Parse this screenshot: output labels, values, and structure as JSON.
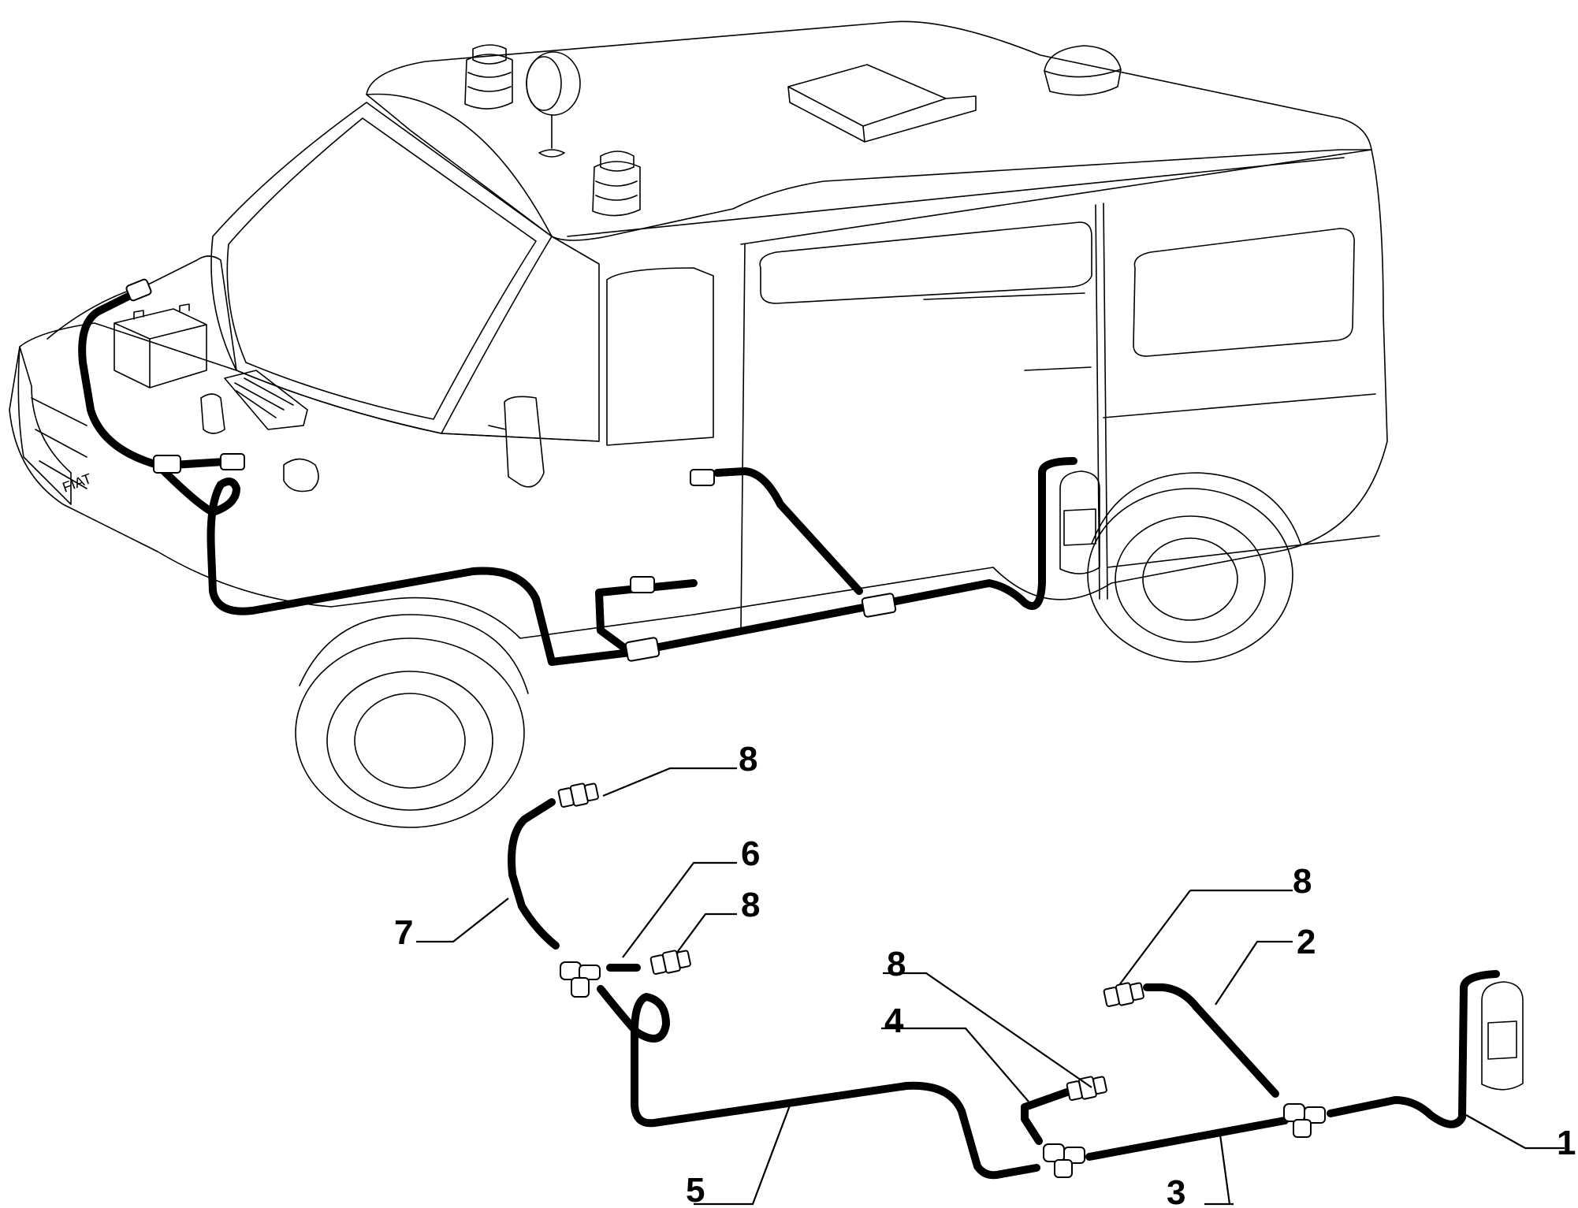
{
  "callouts": {
    "c1": "1",
    "c2": "2",
    "c3": "3",
    "c4": "4",
    "c5": "5",
    "c6": "6",
    "c7": "7",
    "c8a": "8",
    "c8b": "8",
    "c8c": "8",
    "c8d": "8"
  },
  "van_badge": "FIAT",
  "colors": {
    "line": "#000000",
    "background": "#ffffff"
  }
}
